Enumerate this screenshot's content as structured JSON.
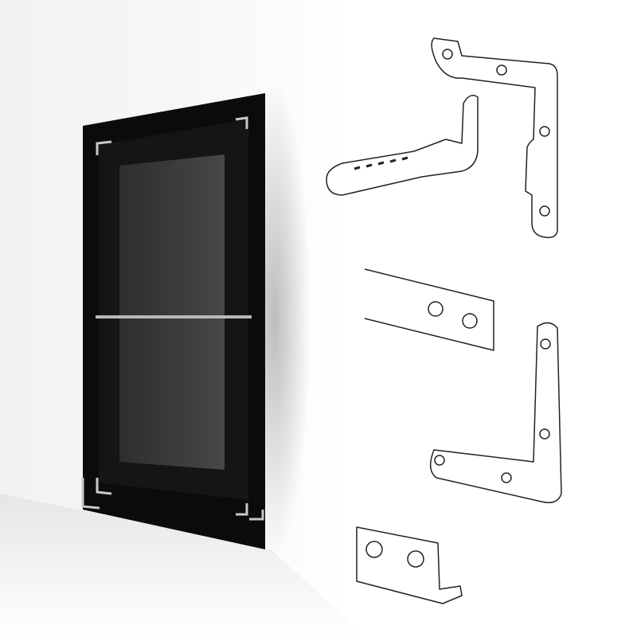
{
  "colors": {
    "panel": "#0b0b0b",
    "glass": "#3a3a3a",
    "bar": "#b8b8b8",
    "line_art": "#222222",
    "background": "#ffffff"
  },
  "parts": [
    "framed-panel",
    "standoff-bracket",
    "wall-anchor-hook",
    "flat-strip",
    "corner-bracket",
    "small-angle-bracket"
  ]
}
